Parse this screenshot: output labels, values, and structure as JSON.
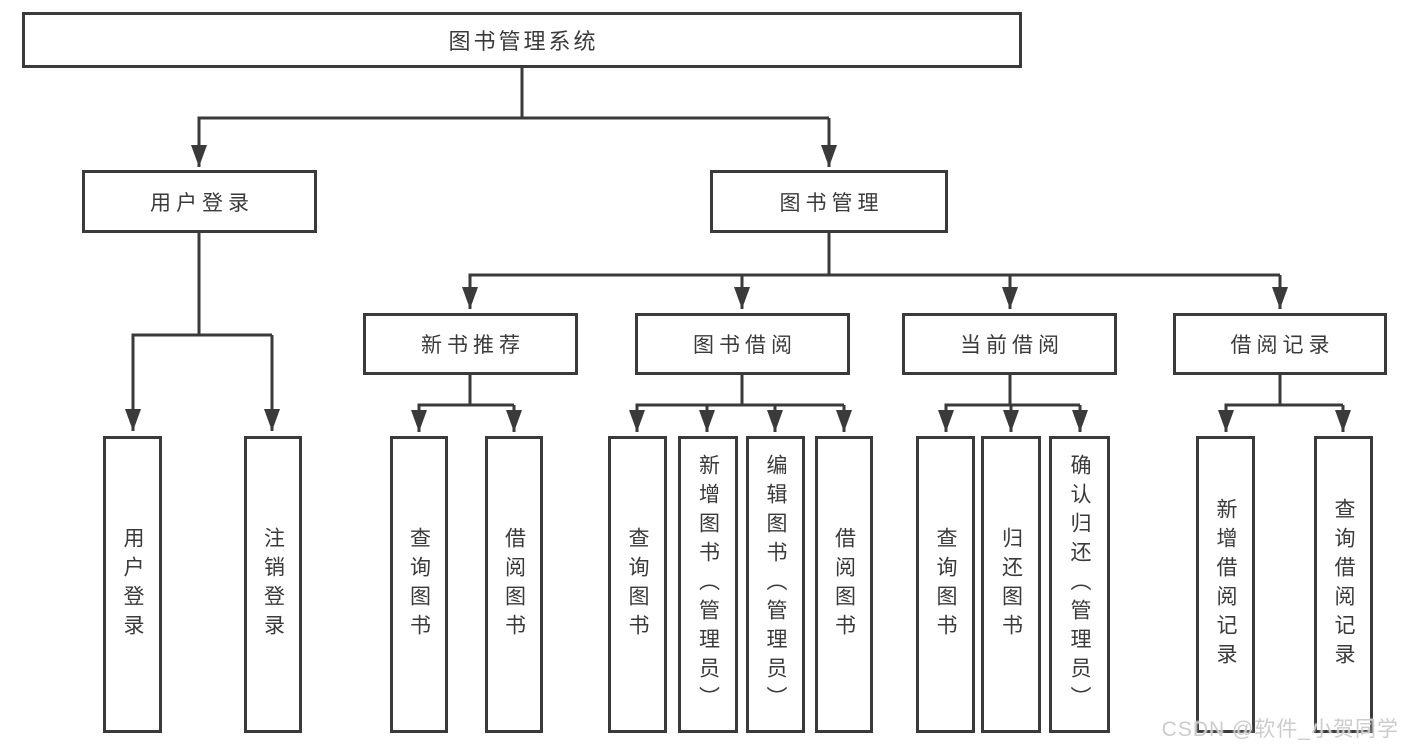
{
  "tree": {
    "label": "图书管理系统",
    "children": [
      {
        "label": "用户登录",
        "children": [
          {
            "label": "用户登录"
          },
          {
            "label": "注销登录"
          }
        ]
      },
      {
        "label": "图书管理",
        "children": [
          {
            "label": "新书推荐",
            "children": [
              {
                "label": "查询图书"
              },
              {
                "label": "借阅图书"
              }
            ]
          },
          {
            "label": "图书借阅",
            "children": [
              {
                "label": "查询图书"
              },
              {
                "label": "新增图书（管理员）"
              },
              {
                "label": "编辑图书（管理员）"
              },
              {
                "label": "借阅图书"
              }
            ]
          },
          {
            "label": "当前借阅",
            "children": [
              {
                "label": "查询图书"
              },
              {
                "label": "归还图书"
              },
              {
                "label": "确认归还（管理员）"
              }
            ]
          },
          {
            "label": "借阅记录",
            "children": [
              {
                "label": "新增借阅记录"
              },
              {
                "label": "查询借阅记录"
              }
            ]
          }
        ]
      }
    ]
  },
  "watermark": {
    "text": "CSDN @软件_小贺同学"
  },
  "colors": {
    "line": "#3a3a3a",
    "text": "#3a3a3a",
    "box_background": "#ffffff",
    "watermark": "#cccccc",
    "background": "#ffffff"
  }
}
